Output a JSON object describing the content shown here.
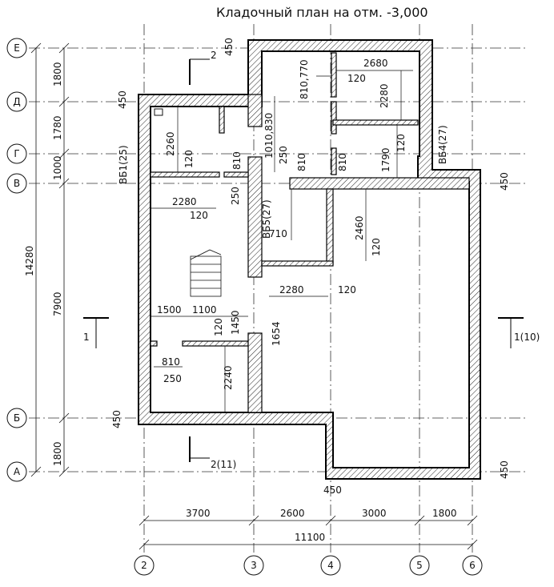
{
  "title": "Кладочный план на отм. -3,000",
  "grid_rows": [
    "Е",
    "Д",
    "Г",
    "В",
    "Б",
    "А"
  ],
  "grid_cols": [
    "2",
    "3",
    "4",
    "5",
    "6"
  ],
  "left_dims": [
    "1800",
    "1780",
    "1000",
    "7900",
    "1800",
    "14280"
  ],
  "bottom_dims": [
    "3700",
    "2600",
    "3000",
    "1800",
    "11100"
  ],
  "thick_dims": [
    "450",
    "450",
    "450",
    "450",
    "450",
    "450"
  ],
  "interior_dims": {
    "d2680": "2680",
    "d120a": "120",
    "d2280a": "2280",
    "d810_770": "810,770",
    "d1010_830": "1010,830",
    "d250a": "250",
    "d810a": "810",
    "d810b": "810",
    "d1790": "1790",
    "d120b": "120",
    "d2260": "2260",
    "d120c": "120",
    "d810c": "810",
    "d2280b": "2280",
    "d120d": "120",
    "d250b": "250",
    "d2460": "2460",
    "d120e": "120",
    "d710": "710",
    "d2280c": "2280",
    "d120f": "120",
    "d1500": "1500",
    "d1100": "1100",
    "d1450": "1450",
    "d120g": "120",
    "d1654": "1654",
    "d810d": "810",
    "d250c": "250",
    "d2240": "2240",
    "d450bot": "450"
  },
  "lintel_labels": {
    "vb1": "ВБ1(25)",
    "vb4": "ВБ4(27)",
    "vb5": "ВБ5(27)"
  },
  "section_labels": {
    "s1_left": "1",
    "s1_right": "1(10)",
    "s2_top": "2",
    "s2_bottom": "2(11)"
  }
}
